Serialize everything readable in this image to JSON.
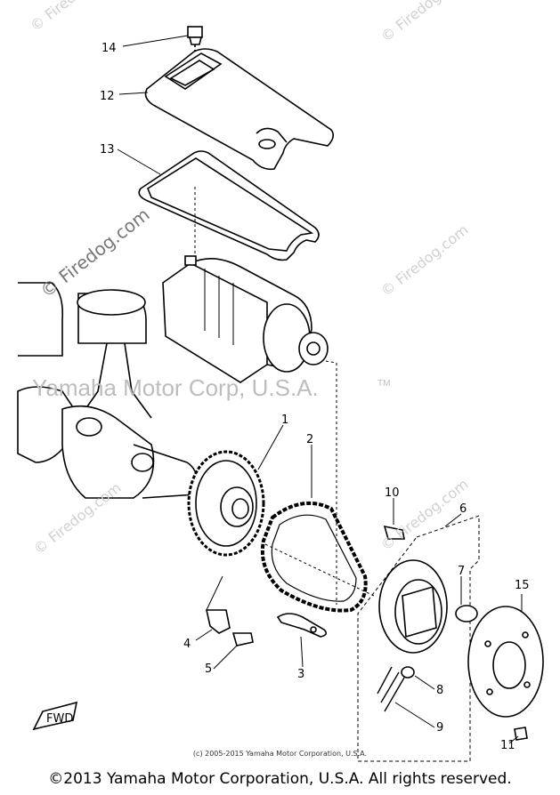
{
  "watermarks": {
    "site": "© Firedog.com",
    "center": "Yamaha Motor Corp, U.S.A.",
    "trademark": "TM"
  },
  "callouts": [
    "1",
    "2",
    "3",
    "4",
    "5",
    "6",
    "7",
    "8",
    "9",
    "10",
    "11",
    "12",
    "13",
    "14",
    "15"
  ],
  "direction_marker": "FWD",
  "small_copyright": "(c) 2005-2015 Yamaha Motor Corporation, U.S.A.",
  "footer": "©2013 Yamaha Motor Corporation, U.S.A. All rights reserved."
}
